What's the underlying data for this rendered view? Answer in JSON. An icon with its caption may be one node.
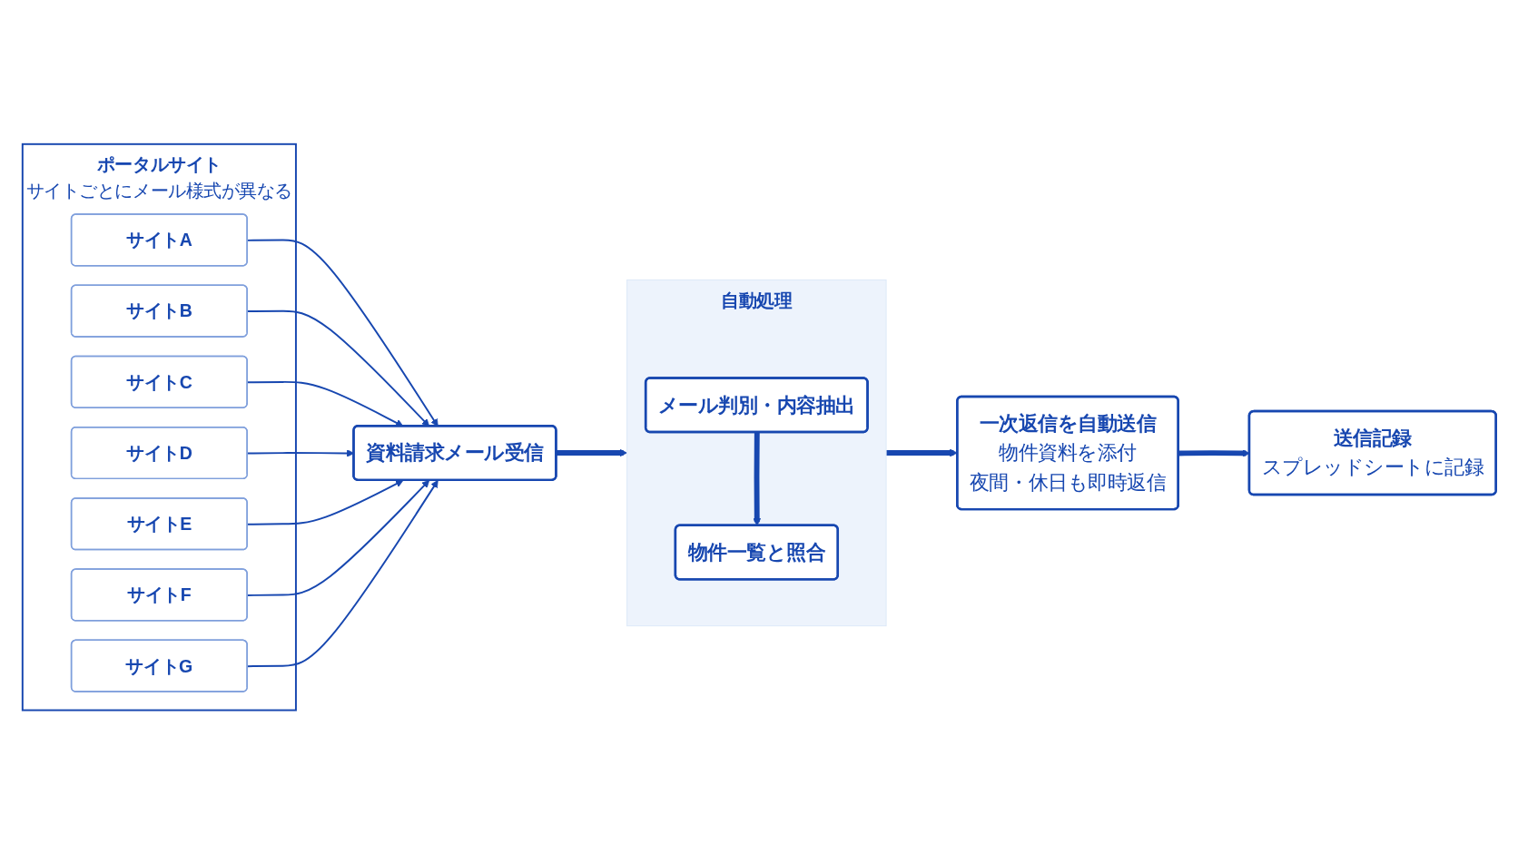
{
  "diagram": {
    "nodes": [
      {
        "text": [
          "ポータルサイト",
          "サイトごとにメール様式が異なる"
        ]
      },
      {
        "text": [
          "サイトA"
        ],
        "in": 0
      },
      {
        "text": [
          "サイトB"
        ],
        "in": 0
      },
      {
        "text": [
          "サイトC"
        ],
        "in": 0
      },
      {
        "text": [
          "サイトD"
        ],
        "in": 0
      },
      {
        "text": [
          "サイトE"
        ],
        "in": 0
      },
      {
        "text": [
          "サイトF"
        ],
        "in": 0
      },
      {
        "text": [
          "サイトG"
        ],
        "in": 0
      },
      {
        "text": [
          "資料請求メール受信"
        ]
      },
      {
        "text": [
          "自動処理"
        ]
      },
      {
        "text": [
          "メール判別・内容抽出"
        ],
        "in": 9
      },
      {
        "text": [
          "物件一覧と照合"
        ],
        "in": 9
      },
      {
        "text": [
          "一次返信を自動送信",
          "物件資料を添付",
          "夜間・休日も即時返信"
        ]
      },
      {
        "text": [
          "送信記録",
          "スプレッドシートに記録"
        ]
      }
    ],
    "edges": [
      {
        "from": 1,
        "to": 8,
        "arrow": "to"
      },
      {
        "from": 2,
        "to": 8,
        "arrow": "to"
      },
      {
        "from": 3,
        "to": 8,
        "arrow": "to"
      },
      {
        "from": 4,
        "to": 8,
        "arrow": "to"
      },
      {
        "from": 5,
        "to": 8,
        "arrow": "to"
      },
      {
        "from": 6,
        "to": 8,
        "arrow": "to"
      },
      {
        "from": 7,
        "to": 8,
        "arrow": "to"
      },
      {
        "from": 8,
        "to": 9,
        "arrow": "to",
        "style": "thick"
      },
      {
        "from": 10,
        "to": 11,
        "arrow": "to",
        "style": "thick"
      },
      {
        "from": 9,
        "to": 12,
        "arrow": "to",
        "style": "thick"
      },
      {
        "from": 12,
        "to": 13,
        "arrow": "to",
        "style": "thick"
      }
    ]
  }
}
